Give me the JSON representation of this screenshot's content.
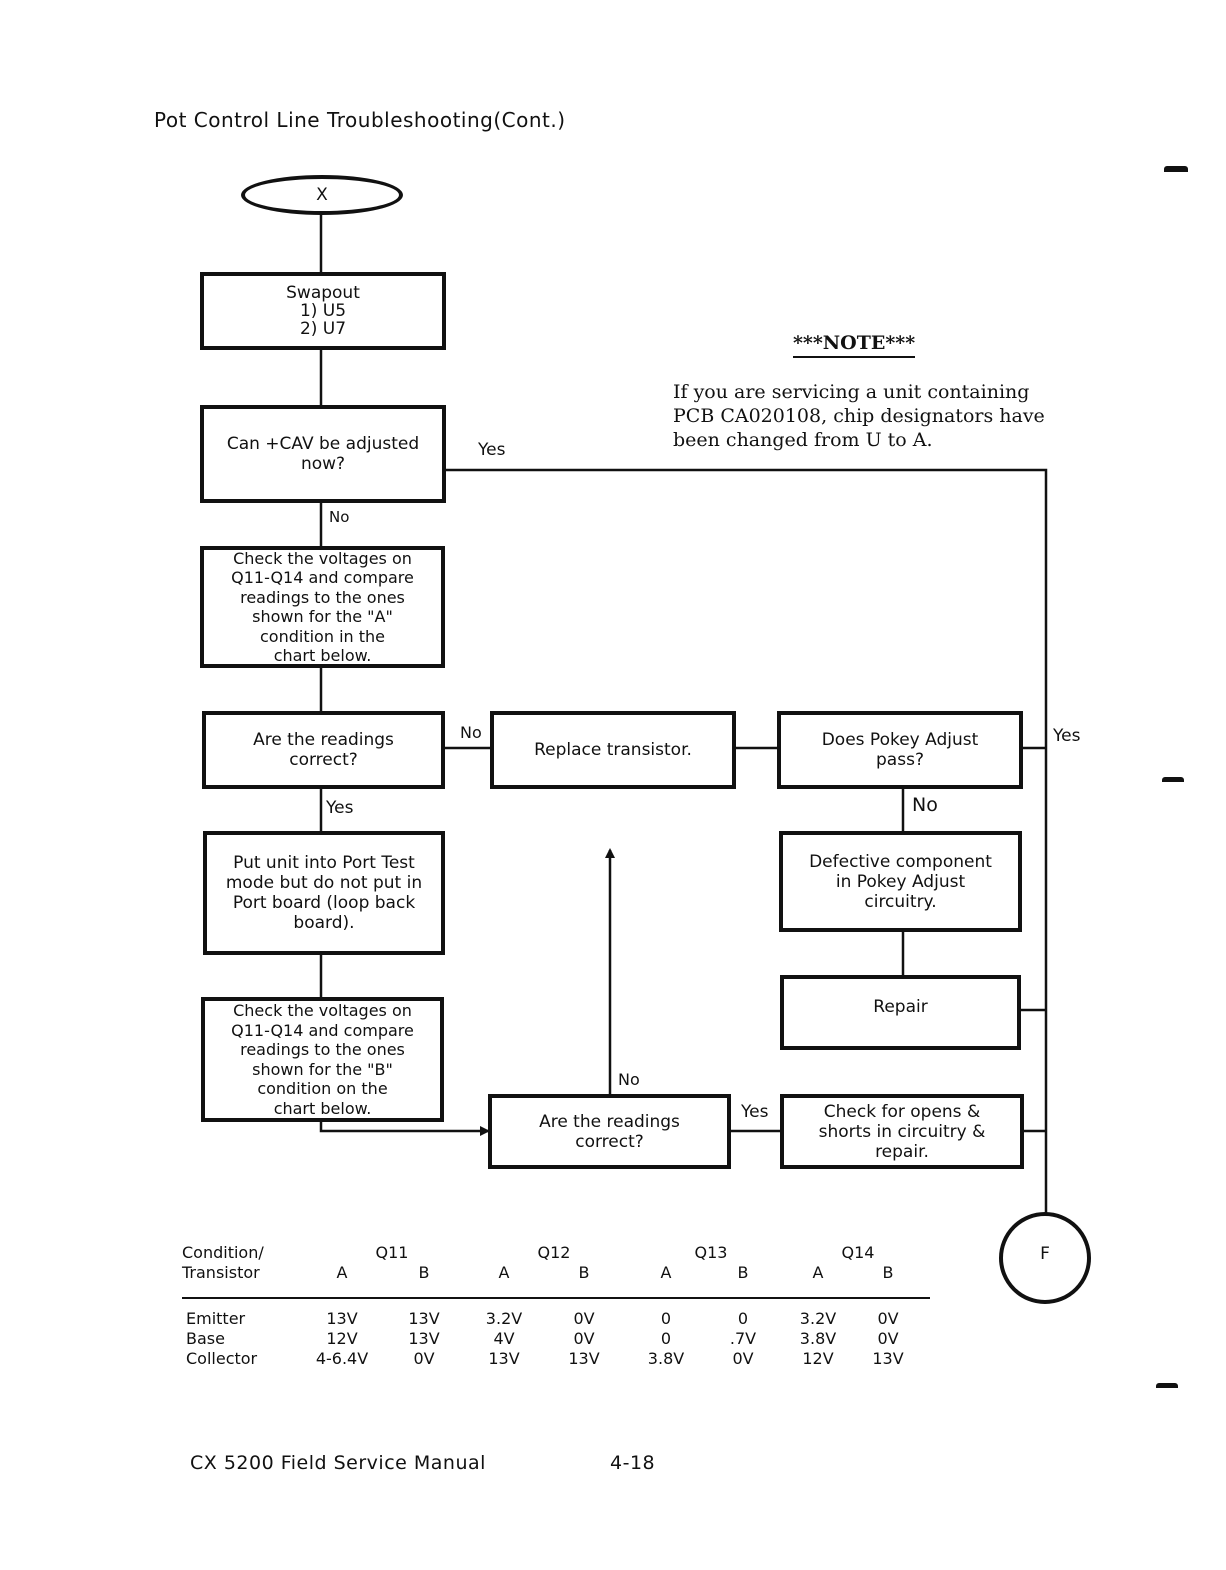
{
  "header": {
    "title": "Pot Control Line Troubleshooting(Cont.)"
  },
  "flowchart": {
    "start_terminal": "X",
    "end_terminal": "F",
    "nodes": {
      "swapout": "Swapout\n1) U5\n2) U7",
      "cav_question": "Can +CAV be adjusted\nnow?",
      "check_a": "Check the voltages on\nQ11-Q14 and compare\nreadings to the ones\nshown for the \"A\"\ncondition in the\nchart below.",
      "readings_question_1": "Are the readings\ncorrect?",
      "replace_transistor": "Replace transistor.",
      "pokey_question": "Does Pokey Adjust\npass?",
      "port_test": "Put unit into Port Test\nmode but do not put in\nPort board (loop back\nboard).",
      "defective_component": "Defective component\nin Pokey Adjust\ncircuitry.",
      "repair": "Repair",
      "check_b": "Check the voltages on\nQ11-Q14 and compare\nreadings to the ones\nshown for the \"B\"\ncondition on the\nchart below.",
      "readings_question_2": "Are the readings\ncorrect?",
      "check_opens": "Check for opens &\nshorts in circuitry &\nrepair."
    },
    "edge_labels": {
      "cav_yes": "Yes",
      "cav_no": "No",
      "readings1_no": "No",
      "readings1_yes": "Yes",
      "pokey_yes": "Yes",
      "pokey_no": "No",
      "readings2_no": "No",
      "readings2_yes": "Yes"
    }
  },
  "note": {
    "heading": "***NOTE***",
    "body": "If you are servicing a unit containing\nPCB CA020108, chip designators have\nbeen changed from U to A."
  },
  "voltage_table": {
    "corner_label": "Condition/\nTransistor",
    "transistors": [
      "Q11",
      "Q12",
      "Q13",
      "Q14"
    ],
    "conditions": [
      "A",
      "B",
      "A",
      "B",
      "A",
      "B",
      "A",
      "B"
    ],
    "rows": [
      {
        "label": "Emitter",
        "values": [
          "13V",
          "13V",
          "3.2V",
          "0V",
          "0",
          "0",
          "3.2V",
          "0V"
        ]
      },
      {
        "label": "Base",
        "values": [
          "12V",
          "13V",
          "4V",
          "0V",
          "0",
          ".7V",
          "3.8V",
          "0V"
        ]
      },
      {
        "label": "Collector",
        "values": [
          "4-6.4V",
          "0V",
          "13V",
          "13V",
          "3.8V",
          "0V",
          "12V",
          "13V"
        ]
      }
    ]
  },
  "footer": {
    "manual": "CX 5200 Field Service Manual",
    "page": "4-18"
  }
}
